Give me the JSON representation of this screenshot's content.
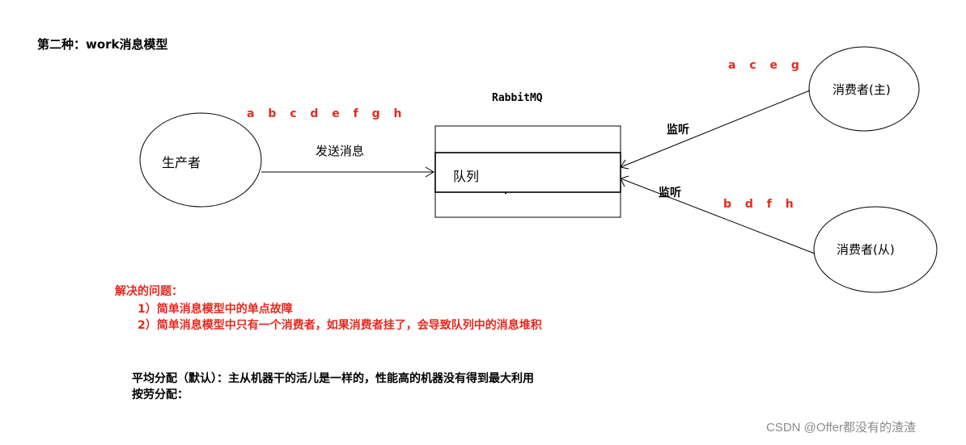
{
  "title": "第二种：work消息模型",
  "rabbitmq_label": "RabbitMQ",
  "producer_label": "生产者",
  "send_label": "发送消息",
  "queue_label": "队列",
  "consumer_main_label": "消费者(主)",
  "consumer_sub_label": "消费者(从)",
  "listen_label_1": "监听",
  "listen_label_2": "监听",
  "messages_all": "a b c d e f g h",
  "messages_main": "a c e g",
  "messages_sub": "b d f h",
  "problems": {
    "title": "解决的问题：",
    "item1": "1）简单消息模型中的单点故障",
    "item2": "2）简单消息模型中只有一个消费者，如果消费者挂了，会导致队列中的消息堆积"
  },
  "notes": {
    "line1": "平均分配（默认）：主从机器干的活儿是一样的，性能高的机器没有得到最大利用",
    "line2": "按劳分配："
  },
  "watermark": "CSDN @Offer都没有的渣渣",
  "colors": {
    "highlight": "#e8281e",
    "line": "#000000",
    "watermark": "#8a8a8a"
  }
}
